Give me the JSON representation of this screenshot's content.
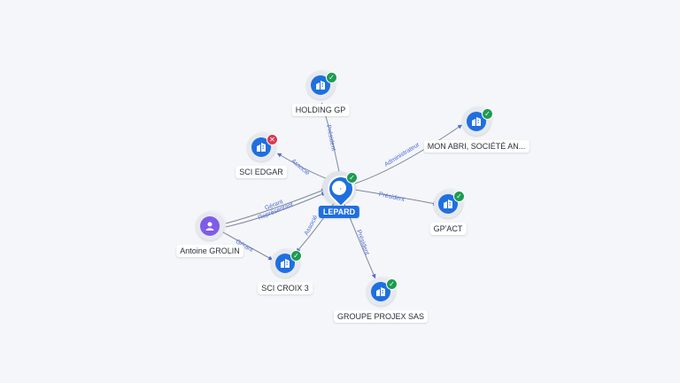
{
  "center": {
    "label": "LEPARD",
    "icon": "building-icon",
    "status": "check"
  },
  "nodes": [
    {
      "id": "holding",
      "label": "HOLDING GP",
      "icon": "building-icon",
      "status": "check"
    },
    {
      "id": "edgar",
      "label": "SCI EDGAR",
      "icon": "building-icon",
      "status": "cross"
    },
    {
      "id": "monabri",
      "label": "MON ABRI, SOCIÉTÉ AN...",
      "icon": "building-icon",
      "status": "check"
    },
    {
      "id": "gpact",
      "label": "GP'ACT",
      "icon": "building-icon",
      "status": "check"
    },
    {
      "id": "antoine",
      "label": "Antoine GROLIN",
      "icon": "person-icon",
      "status": "none"
    },
    {
      "id": "croix",
      "label": "SCI CROIX 3",
      "icon": "building-icon",
      "status": "check"
    },
    {
      "id": "projex",
      "label": "GROUPE PROJEX SAS",
      "icon": "building-icon",
      "status": "check"
    }
  ],
  "edges": [
    {
      "from": "center",
      "to": "holding",
      "label": "Président"
    },
    {
      "from": "center",
      "to": "edgar",
      "label": "Associé"
    },
    {
      "from": "center",
      "to": "monabri",
      "label": "Administrateur"
    },
    {
      "from": "center",
      "to": "gpact",
      "label": "Président"
    },
    {
      "from": "antoine",
      "to": "center",
      "label": "Gérant"
    },
    {
      "from": "antoine",
      "to": "center",
      "label": "Représentant"
    },
    {
      "from": "center",
      "to": "croix",
      "label": "Associé"
    },
    {
      "from": "antoine",
      "to": "croix",
      "label": "Gérant"
    },
    {
      "from": "center",
      "to": "projex",
      "label": "Président"
    }
  ],
  "colors": {
    "accent": "#1f6fe0",
    "person": "#7f5ce8",
    "ok": "#1e9b51",
    "ko": "#d83b52",
    "edge_label": "#4f6bd8"
  }
}
